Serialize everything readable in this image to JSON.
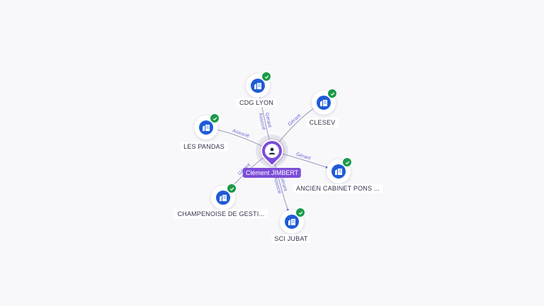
{
  "center": {
    "name": "Clément JIMBERT",
    "icon": "person-icon",
    "color": "#7c4dd8"
  },
  "companies": [
    {
      "name": "CDG LYON",
      "icon": "building-icon",
      "verified": true
    },
    {
      "name": "CLESEV",
      "icon": "building-icon",
      "verified": true
    },
    {
      "name": "LES PANDAS",
      "icon": "building-icon",
      "verified": true
    },
    {
      "name": "ANCIEN CABINET PONS ...",
      "icon": "building-icon",
      "verified": true
    },
    {
      "name": "CHAMPENOISE DE GESTI...",
      "icon": "building-icon",
      "verified": true
    },
    {
      "name": "SCI JUBAT",
      "icon": "building-icon",
      "verified": true
    }
  ],
  "edges": [
    {
      "to": 0,
      "labels": [
        "Gérant",
        "Associé"
      ]
    },
    {
      "to": 1,
      "labels": [
        "Gérant"
      ]
    },
    {
      "to": 2,
      "labels": [
        "Associé"
      ]
    },
    {
      "to": 3,
      "labels": [
        "Gérant"
      ]
    },
    {
      "to": 4,
      "labels": [
        "Gérant"
      ]
    },
    {
      "to": 5,
      "labels": [
        "Gérant",
        "Associé"
      ]
    }
  ],
  "colors": {
    "company": "#1e5bd8",
    "verified": "#1a9a4a",
    "edge": "#9a9ab8",
    "edge_label": "#6a6ad8"
  }
}
